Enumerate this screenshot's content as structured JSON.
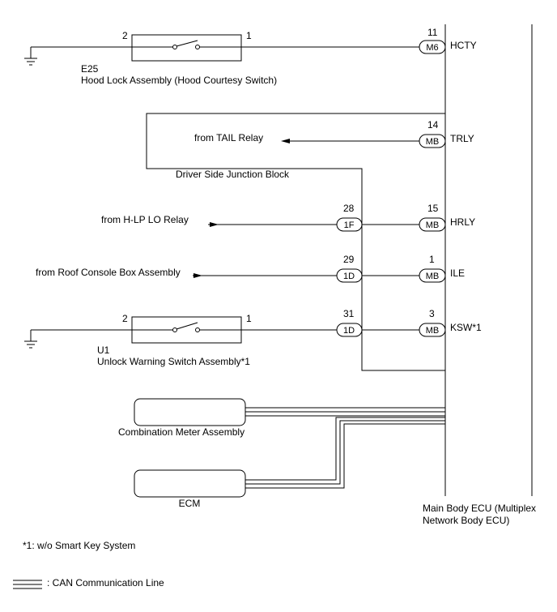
{
  "ecu": {
    "label_line1": "Main Body ECU (Multiplex",
    "label_line2": "Network Body ECU)"
  },
  "hood_switch": {
    "code": "E25",
    "name": "Hood Lock Assembly (Hood Courtesy Switch)",
    "pin_left": "2",
    "pin_right": "1"
  },
  "unlock_switch": {
    "code": "U1",
    "name": "Unlock Warning Switch Assembly*1",
    "pin_left": "2",
    "pin_right": "1"
  },
  "junction_block": {
    "label": "Driver Side Junction Block"
  },
  "sources": {
    "tail_relay": "from TAIL Relay",
    "hlp_relay": "from H-LP LO Relay",
    "roof_console": "from Roof Console Box Assembly"
  },
  "connectors": {
    "hcty": {
      "pin": "11",
      "connector": "M6",
      "signal": "HCTY"
    },
    "trly": {
      "pin": "14",
      "connector": "MB",
      "signal": "TRLY"
    },
    "hrly": {
      "pin": "15",
      "connector": "MB",
      "signal": "HRLY"
    },
    "ile": {
      "pin": "1",
      "connector": "MB",
      "signal": "ILE"
    },
    "ksw": {
      "pin": "3",
      "connector": "MB",
      "signal": "KSW*1"
    },
    "jb_1f": {
      "pin": "28",
      "connector": "1F"
    },
    "jb_1d_a": {
      "pin": "29",
      "connector": "1D"
    },
    "jb_1d_b": {
      "pin": "31",
      "connector": "1D"
    }
  },
  "meter": {
    "label": "Combination Meter Assembly"
  },
  "ecm": {
    "label": "ECM"
  },
  "footnote": "*1: w/o Smart Key System",
  "legend": {
    "can_label": ": CAN Communication Line"
  }
}
